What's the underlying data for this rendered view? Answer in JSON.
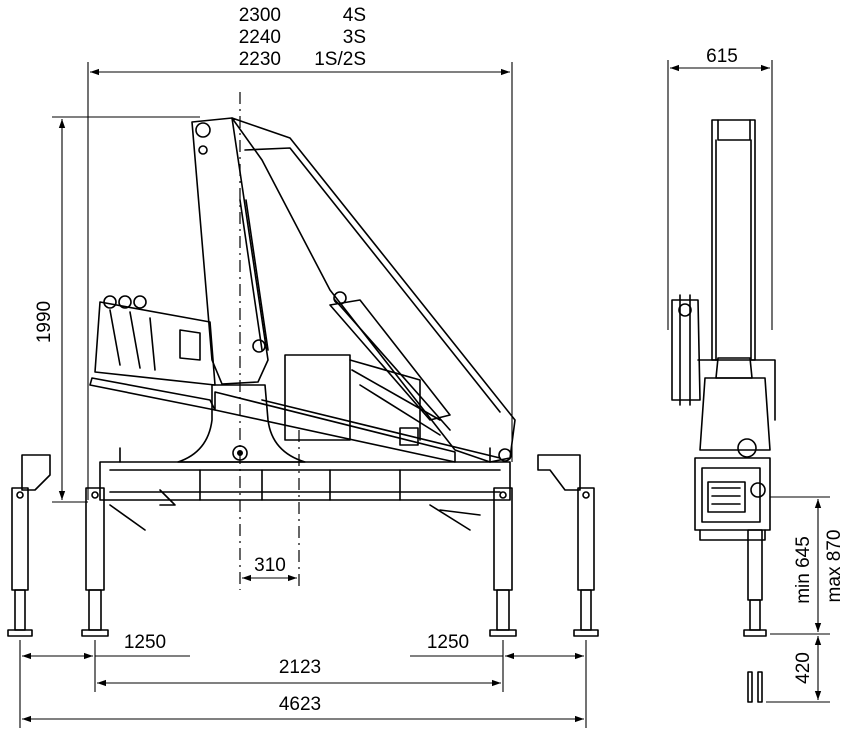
{
  "dimensions": {
    "outreach_4s": "2300",
    "config_4s": "4S",
    "outreach_3s": "2240",
    "config_3s": "3S",
    "outreach_1s2s": "2230",
    "config_1s2s": "1S/2S",
    "width_side": "615",
    "height_total": "1990",
    "offset_center": "310",
    "outrigger_left": "1250",
    "outrigger_right": "1250",
    "base_span": "2123",
    "total_span": "4623",
    "leg_min": "min 645",
    "leg_max": "max 870",
    "foot_height": "420"
  },
  "colors": {
    "line": "#000000",
    "background": "#ffffff"
  }
}
